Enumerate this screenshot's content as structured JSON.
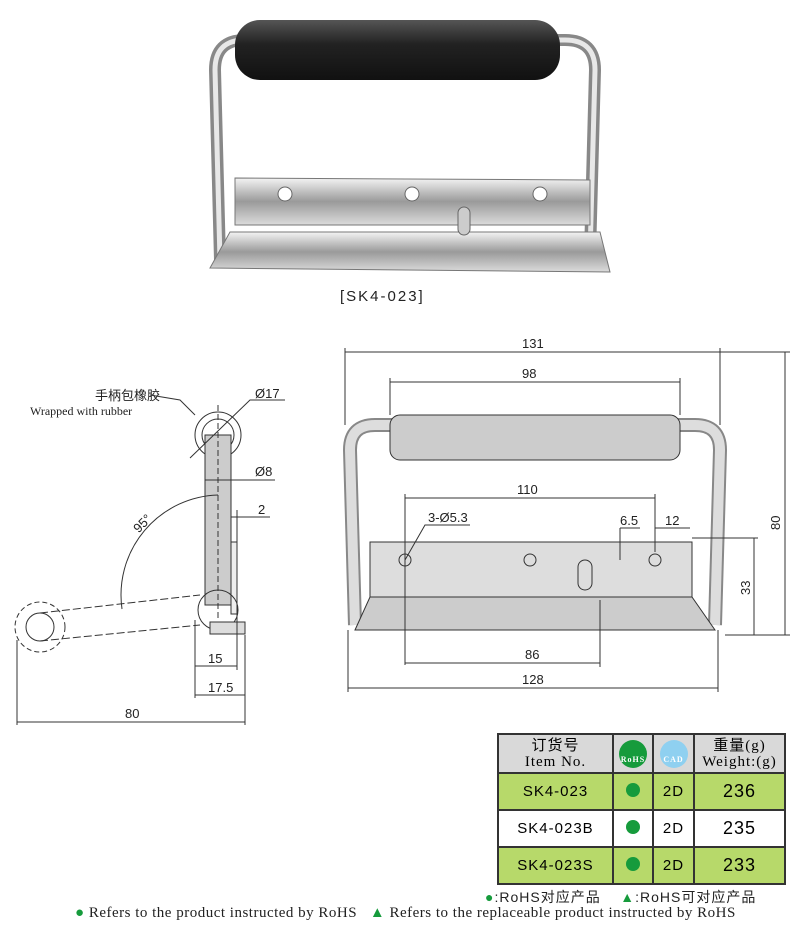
{
  "product_model_label": "[SK4-023]",
  "side_view": {
    "rubber_label_cn": "手柄包橡胶",
    "rubber_label_en": "Wrapped with rubber",
    "dims": {
      "d17": "Ø17",
      "d8": "Ø8",
      "t2": "2",
      "angle": "95°",
      "w15": "15",
      "w17_5": "17.5",
      "w80": "80"
    }
  },
  "front_view": {
    "dims": {
      "w131": "131",
      "w98": "98",
      "w110": "110",
      "holes": "3-Ø5.3",
      "d6_5": "6.5",
      "d12": "12",
      "h80": "80",
      "h33": "33",
      "w86": "86",
      "w128": "128"
    }
  },
  "table": {
    "headers": {
      "item_cn": "订货号",
      "item_en": "Item No.",
      "rohs_icon": "RoHS",
      "cad_icon": "CAD",
      "weight_cn": "重量(g)",
      "weight_en": "Weight:(g)"
    },
    "rows": [
      {
        "item": "SK4-023",
        "rohs": "●",
        "cad": "2D",
        "weight": "236"
      },
      {
        "item": "SK4-023B",
        "rohs": "●",
        "cad": "2D",
        "weight": "235"
      },
      {
        "item": "SK4-023S",
        "rohs": "●",
        "cad": "2D",
        "weight": "233"
      }
    ]
  },
  "legend": {
    "cn_dot": ":RoHS对应产品",
    "cn_tri": ":RoHS可对应产品",
    "en_dot": "Refers to the product instructed by RoHS",
    "en_tri": "Refers to the replaceable product instructed by RoHS"
  },
  "colors": {
    "table_green": "#b7d96a",
    "rohs_green": "#169b3c",
    "cad_blue": "#8fd0f0"
  }
}
